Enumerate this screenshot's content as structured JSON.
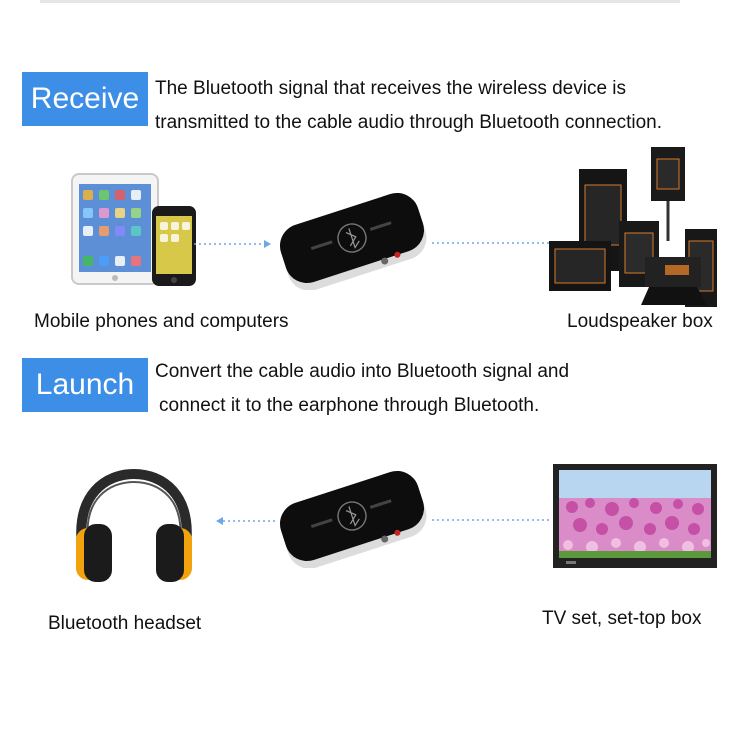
{
  "sections": {
    "receive": {
      "tag": "Receive",
      "line1": "The Bluetooth signal that receives the wireless device is",
      "line2": "transmitted to the cable audio through Bluetooth connection.",
      "left_caption": "Mobile phones and computers",
      "right_caption": "Loudspeaker box"
    },
    "launch": {
      "tag": "Launch",
      "line1": "Convert the cable audio into Bluetooth signal and",
      "line2": "connect it to the earphone through Bluetooth.",
      "left_caption": "Bluetooth headset",
      "right_caption": "TV set, set-top box"
    }
  },
  "colors": {
    "tag_blue": "#3d8ee6",
    "connector_blue": "#6aa8e8",
    "device_black": "#111111"
  },
  "icons": [
    "tablet-phone-icon",
    "bluetooth-adapter-icon",
    "speaker-stack-icon",
    "headphones-icon",
    "tv-icon"
  ]
}
